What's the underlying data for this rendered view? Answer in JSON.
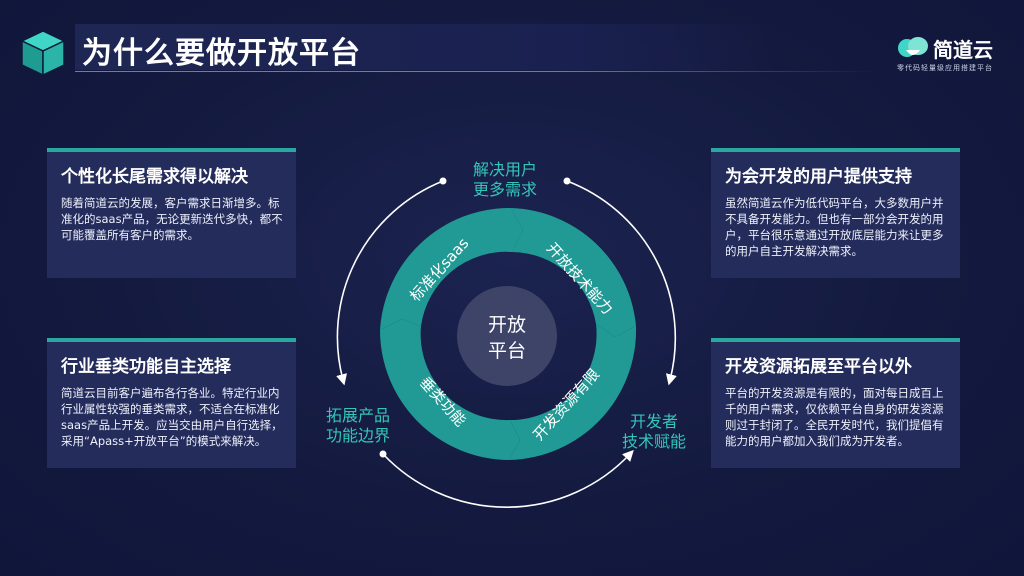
{
  "header": {
    "title": "为什么要做开放平台"
  },
  "logo": {
    "name": "简道云",
    "tagline": "零代码轻量级应用搭建平台"
  },
  "cards": {
    "top_left": {
      "heading": "个性化长尾需求得以解决",
      "body": "随着简道云的发展，客户需求日渐增多。标准化的saas产品，无论更新迭代多快，都不可能覆盖所有客户的需求。"
    },
    "bottom_left": {
      "heading": "行业垂类功能自主选择",
      "body": "简道云目前客户遍布各行各业。特定行业内行业属性较强的垂类需求，不适合在标准化saas产品上开发。应当交由用户自行选择，采用“Apass+开放平台”的模式来解决。"
    },
    "top_right": {
      "heading": "为会开发的用户提供支持",
      "body": "虽然简道云作为低代码平台，大多数用户并不具备开发能力。但也有一部分会开发的用户，平台很乐意通过开放底层能力来让更多的用户自主开发解决需求。"
    },
    "bottom_right": {
      "heading": "开发资源拓展至平台以外",
      "body": "平台的开发资源是有限的，面对每日成百上千的用户需求，仅依赖平台自身的研发资源则过于封闭了。全民开发时代，我们提倡有能力的用户都加入我们成为开发者。"
    }
  },
  "cycle": {
    "center_line1": "开放",
    "center_line2": "平台",
    "segments": [
      "标准化saas",
      "开放技术能力",
      "开发资源有限",
      "垂类功能"
    ],
    "outer_labels": {
      "top_line1": "解决用户",
      "top_line2": "更多需求",
      "left_line1": "拓展产品",
      "left_line2": "功能边界",
      "right_line1": "开发者",
      "right_line2": "技术赋能"
    }
  },
  "colors": {
    "background": "#141a3f",
    "card": "#242c5b",
    "accent": "#2aa8a0",
    "segment": "#219a95",
    "hub": "#3d4468",
    "label": "#33c6b8"
  }
}
